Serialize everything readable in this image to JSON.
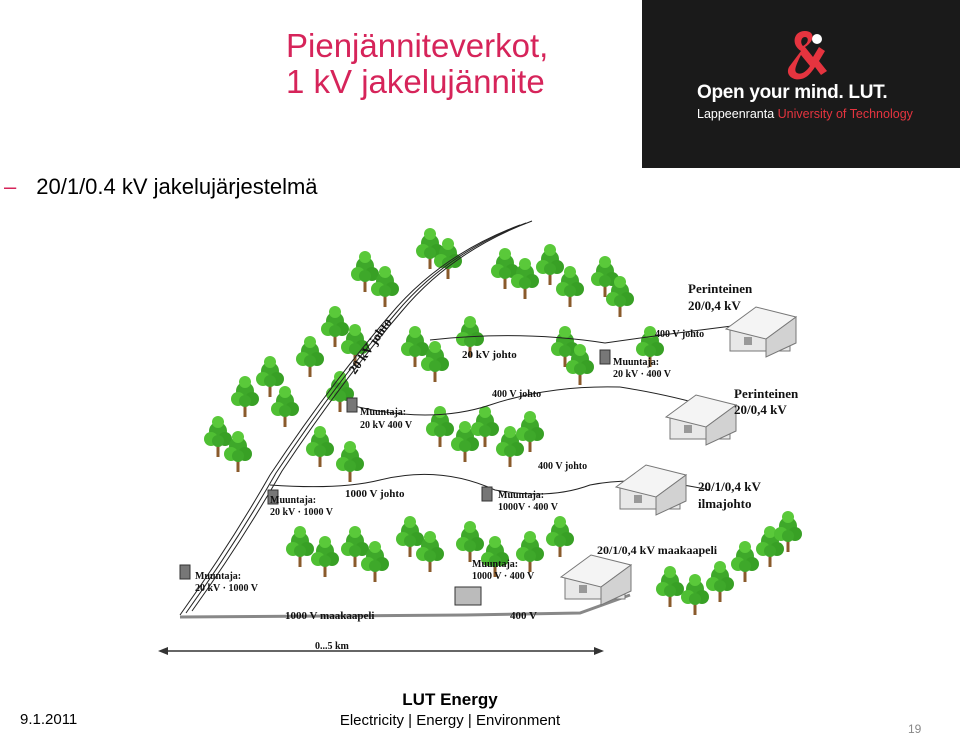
{
  "slide": {
    "title_line1": "Pienjänniteverkot,",
    "title_line2": "1 kV jakelujännite",
    "bullet": "20/1/0.4 kV jakelujärjestelmä"
  },
  "logo": {
    "tagline": "Open your mind. LUT.",
    "university_part1": "Lappeenranta",
    "university_part2": "University of Technology"
  },
  "diagram": {
    "label_20kv_johto_diag": "20 kV johto",
    "label_20kv_johto": "20 kV johto",
    "label_400v_johto_top": "400 V johto",
    "label_400v_johto_mid": "400 V johto",
    "label_400v_johto_low": "400 V johto",
    "label_1000v_johto": "1000 V johto",
    "label_perinteinen_1a": "Perinteinen",
    "label_perinteinen_1b": "20/0,4 kV",
    "label_perinteinen_2a": "Perinteinen",
    "label_perinteinen_2b": "20/0,4 kV",
    "label_ilmajohto_a": "20/1/0,4 kV",
    "label_ilmajohto_b": "ilmajohto",
    "label_maakaapeli": "20/1/0,4 kV maakaapeli",
    "label_1000v_maakaapeli": "1000 V maakaapeli",
    "label_400v_cable": "400 V",
    "label_distance": "0...5 km",
    "m1_title": "Muuntaja:",
    "m1_values": "20 kV  400 V",
    "m2_title": "Muuntaja:",
    "m2_values": "20 kV · 400 V",
    "m3_title": "Muuntaja:",
    "m3_values": "20 kV · 1000 V",
    "m4_title": "Muuntaja:",
    "m4_values": "1000V · 400 V",
    "m5_title": "Muuntaja:",
    "m5_values": "20 kV · 1000 V",
    "m6_title": "Muuntaja:",
    "m6_values": "1000 V · 400 V"
  },
  "footer": {
    "date": "9.1.2011",
    "org": "LUT Energy",
    "tagline": "Electricity | Energy | Environment",
    "page": "19"
  },
  "colors": {
    "title": "#d6245a",
    "logo_bg": "#1a1a1a",
    "tree_green": "#3ea82a",
    "trunk": "#8a5a2b"
  }
}
